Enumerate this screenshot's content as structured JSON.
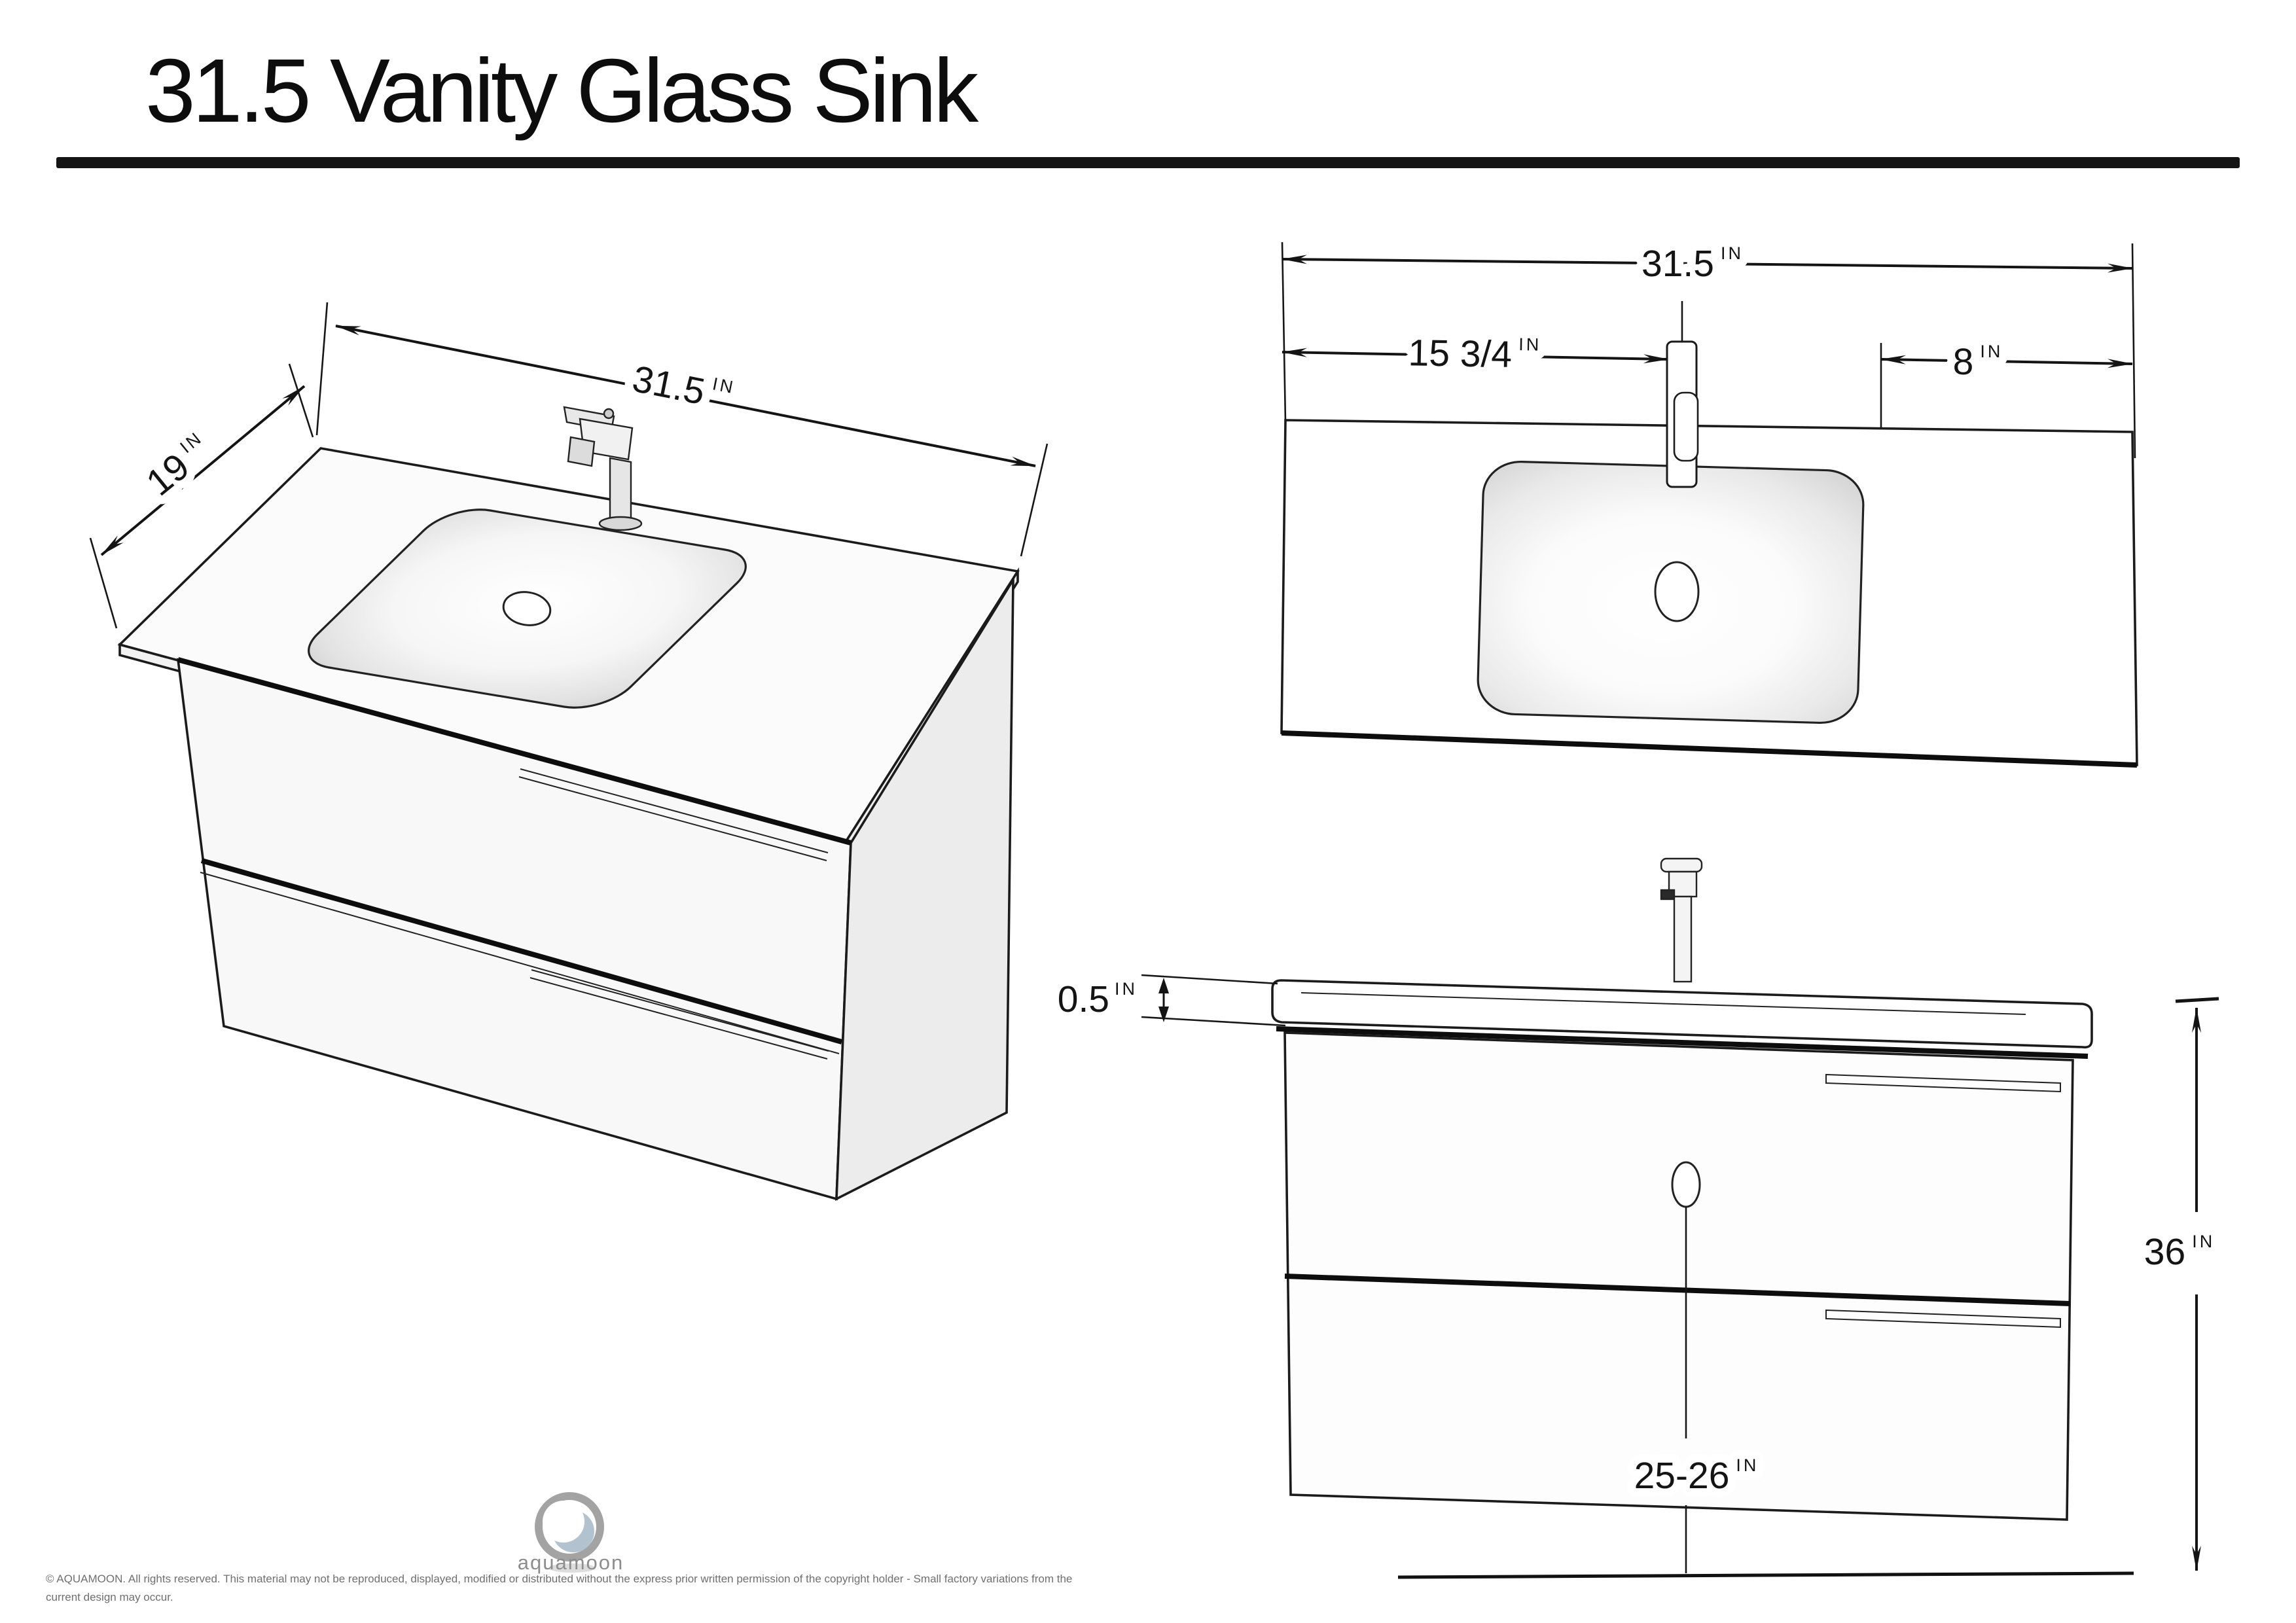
{
  "title": "31.5 Vanity Glass Sink",
  "views": {
    "iso": {
      "dims": {
        "depth": {
          "value": "19",
          "unit": "IN"
        },
        "width": {
          "value": "31.5",
          "unit": "IN"
        }
      }
    },
    "top": {
      "dims": {
        "width": {
          "value": "31.5",
          "unit": "IN"
        },
        "faucet_offset": {
          "value": "15 3/4",
          "unit": "IN"
        },
        "right_offset": {
          "value": "8",
          "unit": "IN"
        }
      }
    },
    "front": {
      "dims": {
        "counter_thickness": {
          "value": "0.5",
          "unit": "IN"
        },
        "total_height": {
          "value": "36",
          "unit": "IN"
        },
        "drain_height": {
          "value": "25-26",
          "unit": "IN"
        }
      }
    }
  },
  "footer": {
    "brand": "aquamoon",
    "copyright_line1": "© AQUAMOON. All rights reserved. This material may not be reproduced, displayed, modified or distributed without the express prior written permission of the copyright holder - Small factory variations from the",
    "copyright_line2": "current design may occur."
  },
  "colors": {
    "ink": "#141414",
    "line": "#1b1b1b",
    "cabinet_fill": "#f7f7f7",
    "side_fill": "#ececec",
    "basin_edge": "#c9c9c9",
    "logo_ring": "#a3a3a3",
    "logo_moon": "#b3c2cf",
    "text_gray": "#8d8d8d"
  }
}
